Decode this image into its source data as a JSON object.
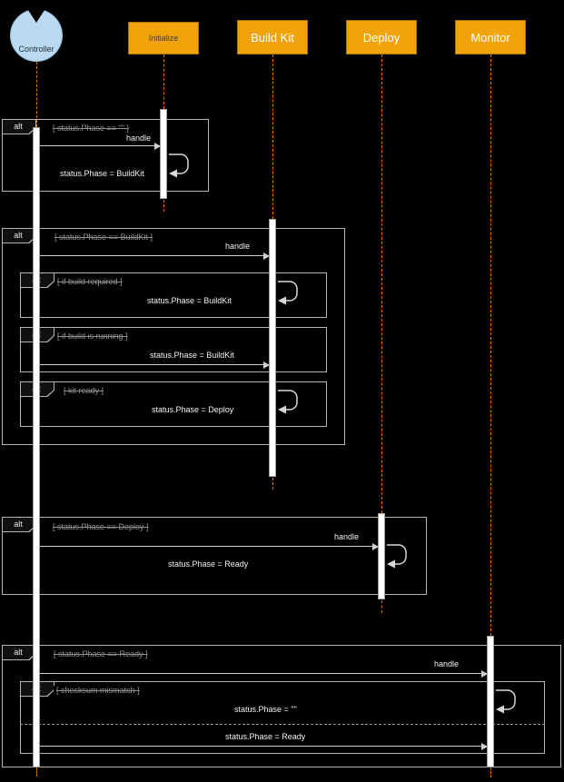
{
  "sequence": {
    "type": "uml-sequence-diagram",
    "actor_label": "Controller",
    "participants": [
      {
        "label": "Initialize"
      },
      {
        "label": "Build Kit"
      },
      {
        "label": "Deploy"
      },
      {
        "label": "Monitor"
      }
    ],
    "fragments": [
      {
        "operator": "alt",
        "guard": "[ status.Phase == \"\" ]"
      },
      {
        "operator": "alt",
        "guard": "[ status.Phase == BuildKit ]"
      },
      {
        "operator": "alt",
        "guard": "[ if build required ]"
      },
      {
        "operator": "alt",
        "guard": "[ if build is running ]"
      },
      {
        "operator": "alt",
        "guard": "[ kit ready ]"
      },
      {
        "operator": "alt",
        "guard": "[ status.Phase == Deploy ]"
      },
      {
        "operator": "alt",
        "guard": "[ status.Phase == Ready ]"
      },
      {
        "operator": "alt",
        "guard": "[ checksum mismatch ]"
      }
    ],
    "messages": [
      {
        "text": "handle"
      },
      {
        "text": "status.Phase = BuildKit"
      },
      {
        "text": "handle"
      },
      {
        "text": "status.Phase = BuildKit"
      },
      {
        "text": "status.Phase = BuildKit"
      },
      {
        "text": "status.Phase = Deploy"
      },
      {
        "text": "handle"
      },
      {
        "text": "status.Phase = Ready"
      },
      {
        "text": "handle"
      },
      {
        "text": "status.Phase = \"\""
      },
      {
        "text": "status.Phase = Ready"
      }
    ],
    "colors": {
      "background": "#000000",
      "participant_fill": "#F0A30A",
      "lifeline": "#E67300",
      "activation_fill": "#FFFFFF",
      "frame_border": "#B5B5B5",
      "actor_fill": "#BBDAF0",
      "guard_text": "#909090",
      "message_text": "#F0F0F0"
    }
  }
}
